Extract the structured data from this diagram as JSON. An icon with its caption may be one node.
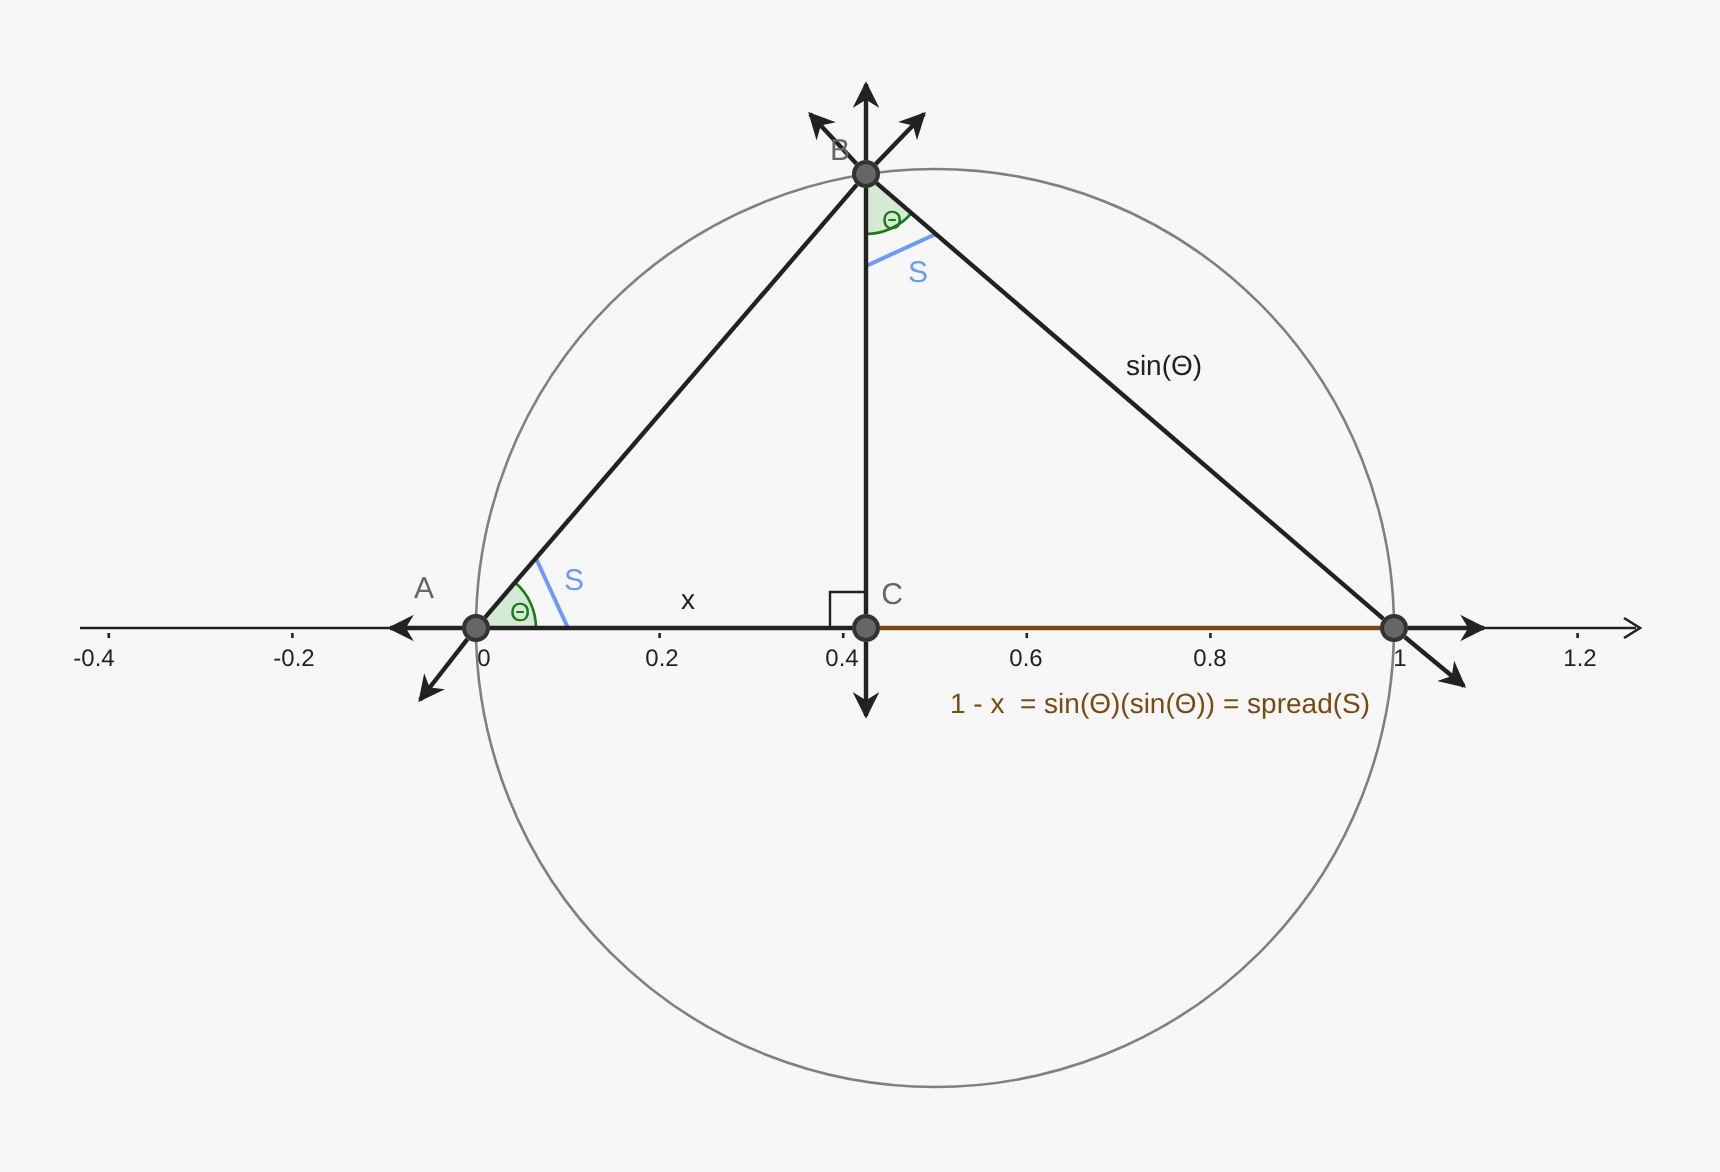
{
  "diagram": {
    "nodes": [
      {
        "text": [],
        "shape": "circle",
        "beside": [
          "A"
        ]
      },
      {
        "text": [],
        "shape": "circle",
        "beside": [
          "B"
        ]
      },
      {
        "text": [],
        "shape": "circle",
        "beside": [
          "C"
        ]
      },
      {
        "text": [],
        "shape": "circle"
      }
    ],
    "edges": [
      {
        "from": 0,
        "to": 1,
        "arrow": "none"
      },
      {
        "from": 1,
        "to": 3,
        "arrow": "none",
        "label": "sin(Θ)"
      },
      {
        "from": 0,
        "to": 2,
        "arrow": "none",
        "label": "x"
      },
      {
        "from": 1,
        "to": 2,
        "arrow": "none"
      },
      {
        "from": 2,
        "to": 3,
        "arrow": "none",
        "color": "#7b4a12"
      },
      {
        "from": 1,
        "to": null,
        "arrow": "to"
      },
      {
        "from": 1,
        "to": null,
        "arrow": "to"
      },
      {
        "from": 1,
        "to": null,
        "arrow": "to"
      },
      {
        "from": 0,
        "to": null,
        "arrow": "to"
      },
      {
        "from": 0,
        "to": null,
        "arrow": "to"
      },
      {
        "from": 2,
        "to": null,
        "arrow": "to"
      },
      {
        "from": 3,
        "to": null,
        "arrow": "to"
      },
      {
        "from": 3,
        "to": null,
        "arrow": "to"
      }
    ],
    "labels": [
      "Θ",
      "S",
      "Θ",
      "S",
      "-0.4",
      "-0.2",
      "0",
      "0.2",
      "0.4",
      "0.6",
      "0.8",
      "1",
      "1.2",
      "1 - x  = sin(Θ)(sin(Θ)) = spread(S)"
    ]
  }
}
